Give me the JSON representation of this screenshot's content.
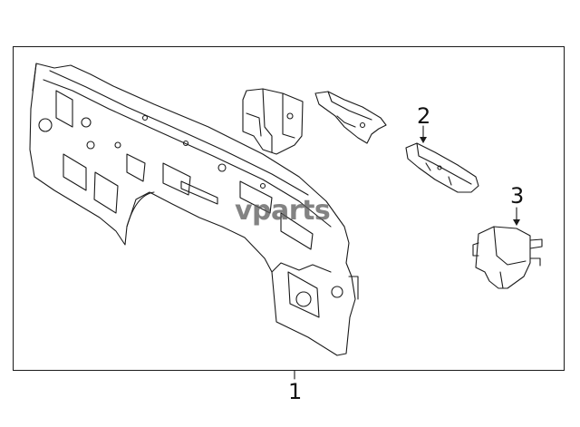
{
  "diagram": {
    "callouts": [
      {
        "id": "1",
        "label": "1"
      },
      {
        "id": "2",
        "label": "2"
      },
      {
        "id": "3",
        "label": "3"
      }
    ],
    "watermark": "vparts",
    "colors": {
      "line": "#1a1a1a",
      "frame": "#1a1a1a",
      "watermark": "#5a5a5a",
      "background": "#ffffff"
    }
  }
}
